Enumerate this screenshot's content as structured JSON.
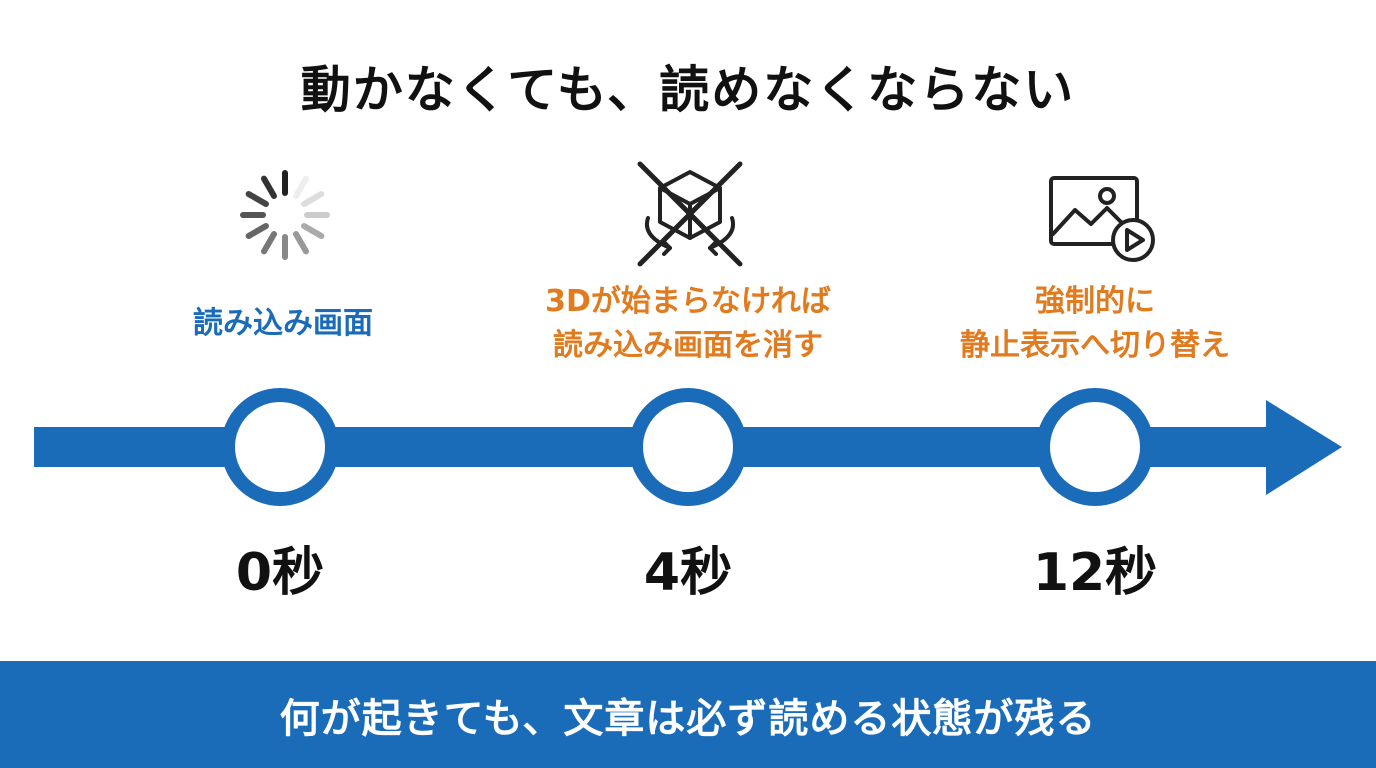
{
  "title": "動かなくても、読めなくならない",
  "colors": {
    "primary_blue": "#1b6cb8",
    "accent_orange": "#e07b1f",
    "text_dark": "#111111"
  },
  "steps": [
    {
      "icon": "loading-spinner-icon",
      "label_lines": [
        "読み込み画面"
      ],
      "label_color": "#1b6cb8",
      "time": "0秒"
    },
    {
      "icon": "3d-disabled-icon",
      "label_lines": [
        "3Dが始まらなければ",
        "読み込み画面を消す"
      ],
      "label_color": "#e07b1f",
      "time": "4秒"
    },
    {
      "icon": "image-video-icon",
      "label_lines": [
        "強制的に",
        "静止表示へ切り替え"
      ],
      "label_color": "#e07b1f",
      "time": "12秒"
    }
  ],
  "footer": "何が起きても、文章は必ず読める状態が残る"
}
